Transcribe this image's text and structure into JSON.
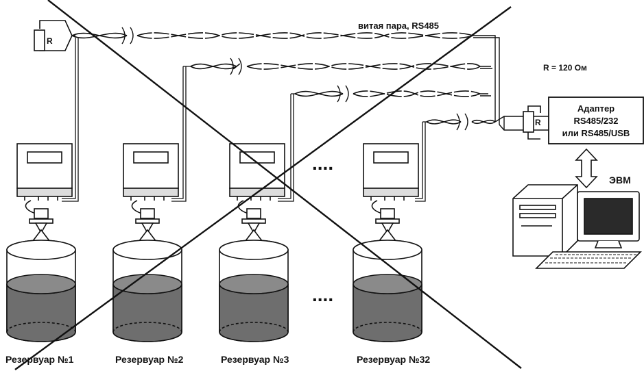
{
  "cable_label": "витая пара, RS485",
  "resistor_note": "R = 120 Ом",
  "resistor_symbol": "R",
  "adapter": {
    "lines": [
      "Адаптер",
      "RS485/232",
      "или RS485/USB"
    ]
  },
  "computer_label": "ЭВМ",
  "tanks": [
    {
      "label": "Резервуар №1"
    },
    {
      "label": "Резервуар №2"
    },
    {
      "label": "Резервуар №3"
    },
    {
      "label": "Резервуар №32"
    }
  ],
  "ellipsis": "....",
  "colors": {
    "line": "#111111",
    "liquid": "#6e6e6e",
    "liquid_top": "#8a8a8a",
    "background": "#ffffff"
  }
}
